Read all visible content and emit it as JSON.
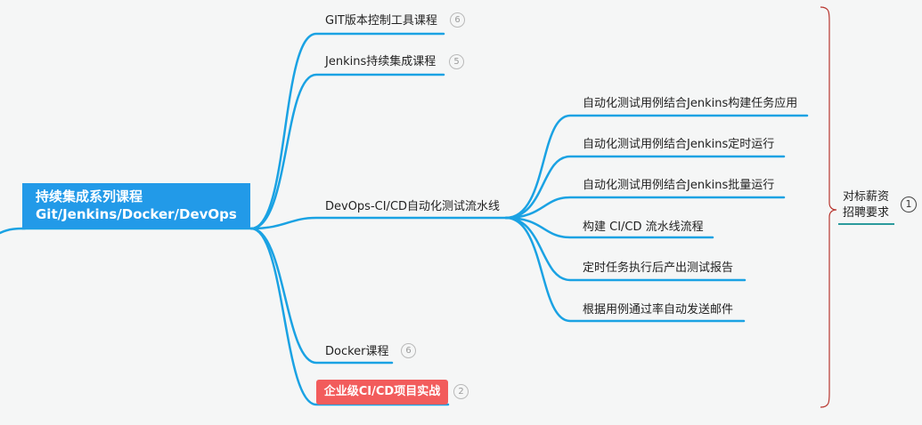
{
  "root": {
    "line1": "持续集成系列课程",
    "line2": "Git/Jenkins/Docker/DevOps"
  },
  "branches": [
    {
      "label": "GIT版本控制工具课程",
      "badge": "6"
    },
    {
      "label": "Jenkins持续集成课程",
      "badge": "5"
    },
    {
      "label": "DevOps-CI/CD自动化测试流水线"
    },
    {
      "label": "Docker课程",
      "badge": "6"
    },
    {
      "label": "企业级CI/CD项目实战",
      "badge": "2"
    }
  ],
  "devops_children": [
    "自动化测试用例结合Jenkins构建任务应用",
    "自动化测试用例结合Jenkins定时运行",
    "自动化测试用例结合Jenkins批量运行",
    "构建 CI/CD 流水线流程",
    "定时任务执行后产出测试报告",
    "根据用例通过率自动发送邮件"
  ],
  "summary": {
    "line1": "对标薪资",
    "line2": "招聘要求",
    "badge": "1"
  },
  "colors": {
    "link": "#1aa2e3",
    "root": "#229ae8",
    "highlight": "#f25c5c",
    "bracket": "#b8352e",
    "underline_summary": "#2b9a9c"
  }
}
